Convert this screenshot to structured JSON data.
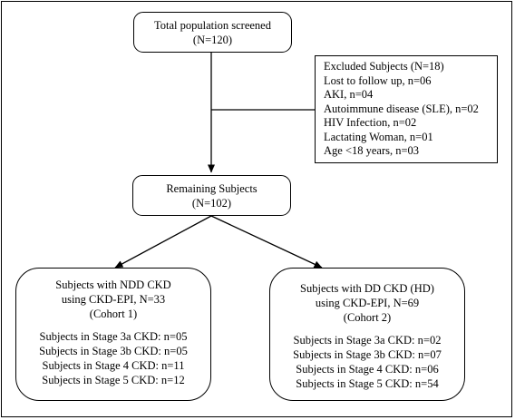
{
  "top": {
    "title": "Total population screened",
    "count": "(N=120)"
  },
  "excluded": {
    "title": "Excluded Subjects (N=18)",
    "items": [
      "Lost to follow up, n=06",
      "AKI, n=04",
      "Autoimmune disease (SLE), n=02",
      "HIV Infection, n=02",
      "Lactating Woman, n=01",
      "Age <18 years, n=03"
    ]
  },
  "remaining": {
    "title": "Remaining Subjects",
    "count": "(N=102)"
  },
  "cohort1": {
    "line1": "Subjects with NDD  CKD",
    "line2": "using CKD-EPI,  N=33",
    "line3": "(Cohort 1)",
    "stages": [
      "Subjects in Stage 3a CKD: n=05",
      "Subjects in Stage 3b CKD: n=05",
      "Subjects in Stage 4 CKD: n=11",
      "Subjects in Stage 5 CKD: n=12"
    ]
  },
  "cohort2": {
    "line1": "Subjects with DD CKD  (HD)",
    "line2": "using CKD-EPI,  N=69",
    "line3": "(Cohort 2)",
    "stages": [
      "Subjects in Stage 3a CKD: n=02",
      "Subjects in Stage 3b CKD: n=07",
      "Subjects in Stage 4 CKD: n=06",
      "Subjects in Stage 5 CKD: n=54"
    ]
  }
}
